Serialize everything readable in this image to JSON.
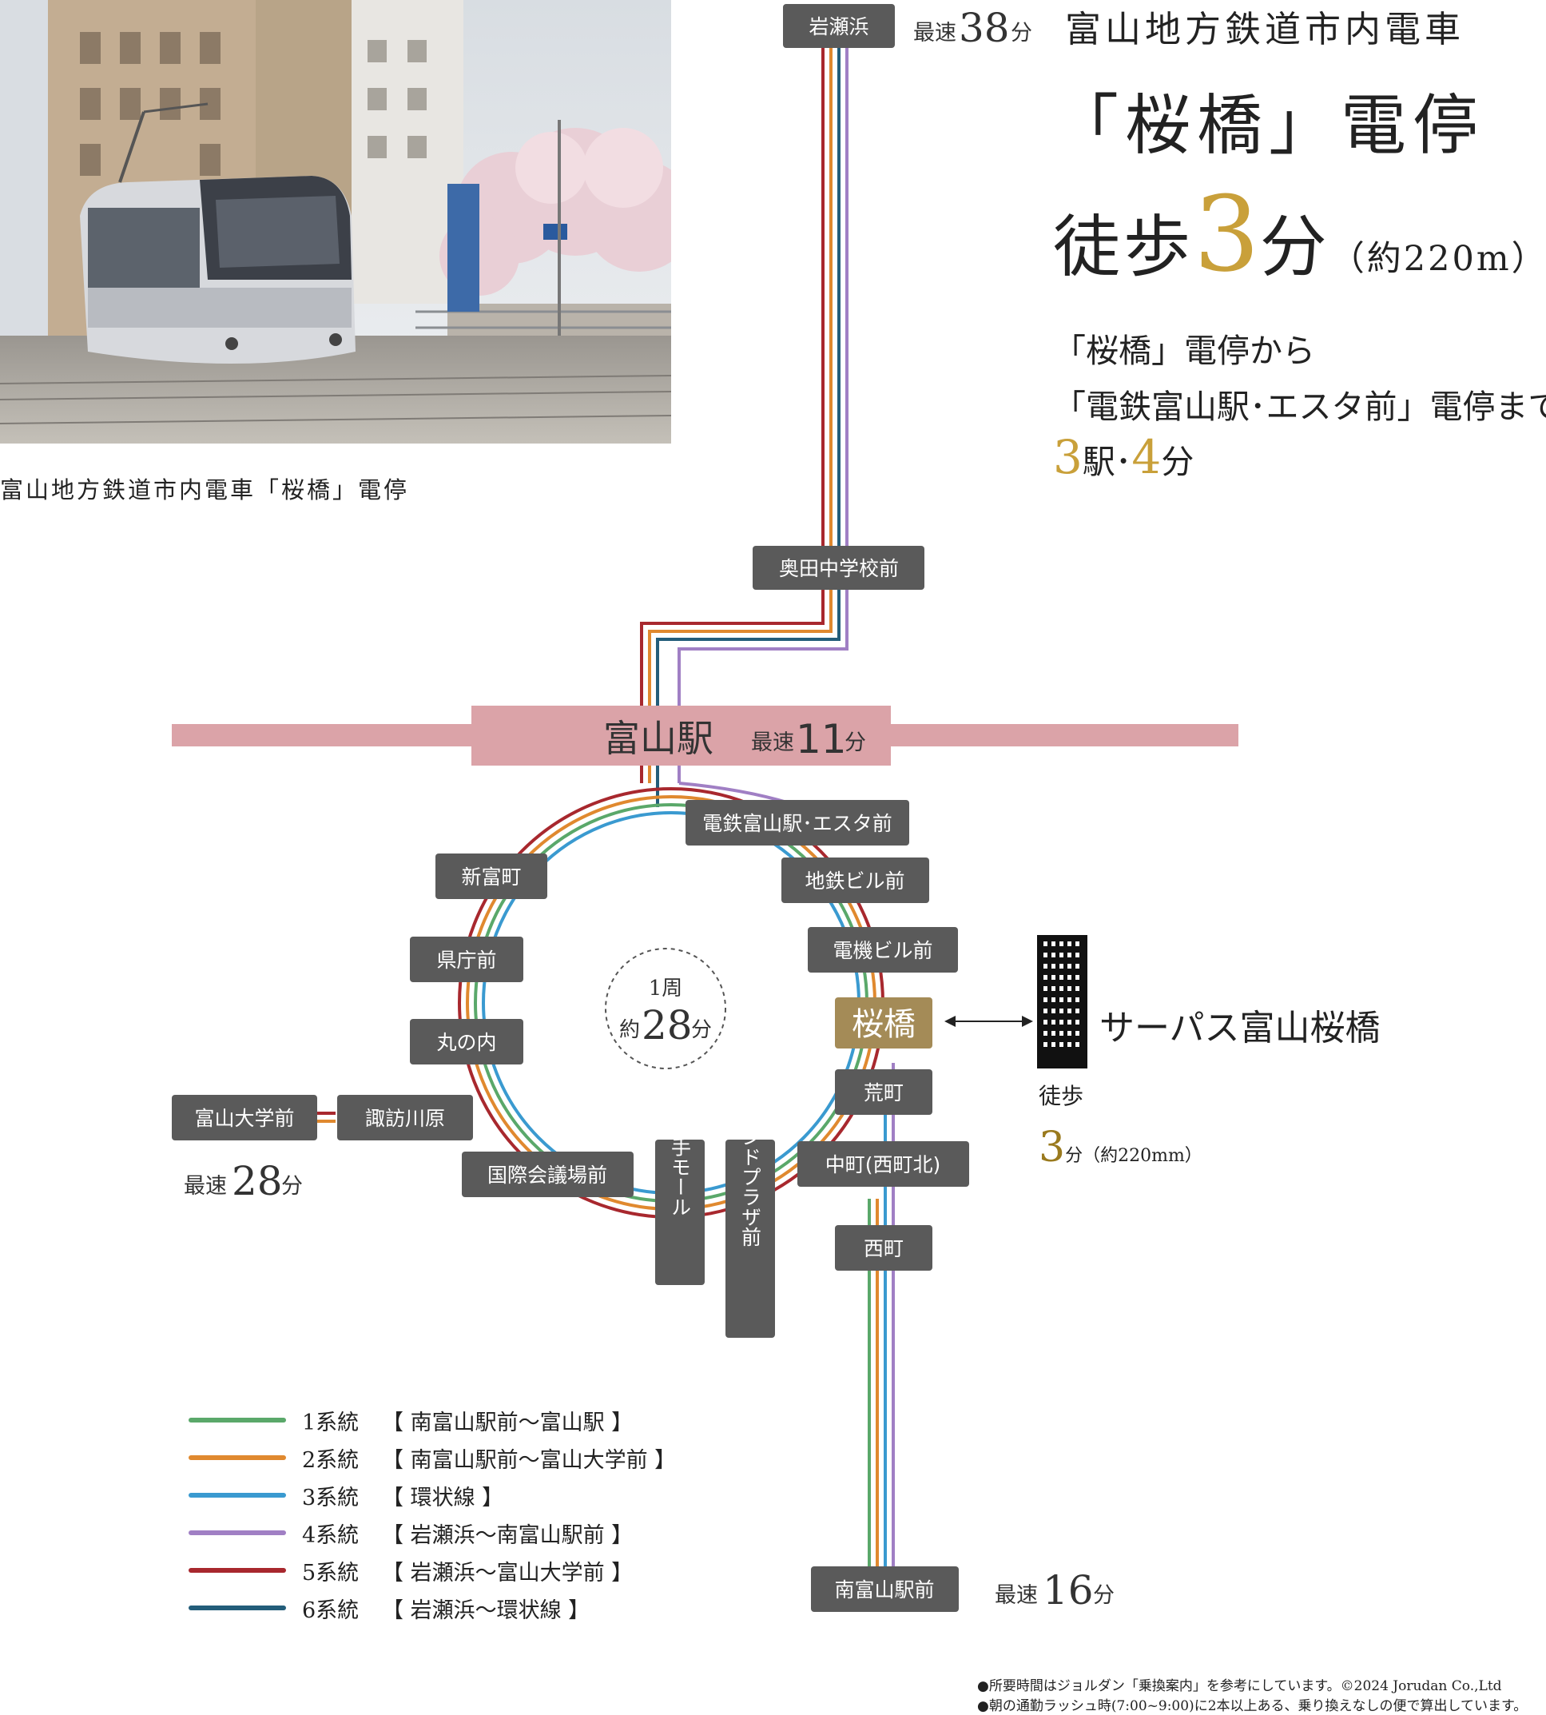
{
  "photo": {
    "caption": "富山地方鉄道市内電車「桜橋」電停"
  },
  "headline": {
    "line1": "富山地方鉄道市内電車",
    "line2": "「桜橋」電停",
    "walk_prefix": "徒歩",
    "walk_minutes": "3",
    "walk_unit": "分",
    "walk_distance": "（約220m）",
    "route_line1": "「桜橋」電停から",
    "route_line2": "「電鉄富山駅･エスタ前」電停まで",
    "stations_num": "3",
    "stations_unit": "駅･",
    "minutes_num": "4",
    "minutes_unit": "分"
  },
  "stations": {
    "iwasehama": "岩瀬浜",
    "okuda": "奥田中学校前",
    "toyama": "富山駅",
    "dentetsu": "電鉄富山駅･エスタ前",
    "chitetsu": "地鉄ビル前",
    "denki": "電機ビル前",
    "sakurabashi": "桜橋",
    "aramachi": "荒町",
    "nakamachi": "中町(西町北)",
    "nishicho": "西町",
    "minamitoyama": "南富山駅前",
    "shintomicho": "新富町",
    "kencho": "県庁前",
    "marunouchi": "丸の内",
    "suwagawara": "諏訪川原",
    "toyamadaigaku": "富山大学前",
    "kokusai": "国際会議場前",
    "ote": "大手モール",
    "grand": "グランドプラザ前"
  },
  "fastest": {
    "label": "最速",
    "unit": "分",
    "iwasehama": "38",
    "toyama": "11",
    "toyamadaigaku": "28",
    "minamitoyama": "16"
  },
  "loop": {
    "label1": "1周",
    "label2a": "約",
    "num": "28",
    "unit": "分"
  },
  "building": {
    "name": "サーパス富山桜橋",
    "walk": "徒歩",
    "walk_num": "3",
    "walk_rest": "分（約220mm）"
  },
  "legend": [
    {
      "name": "1系統",
      "route": "【 南富山駅前〜富山駅 】",
      "color": "#5aa86a"
    },
    {
      "name": "2系統",
      "route": "【 南富山駅前〜富山大学前 】",
      "color": "#e0892f"
    },
    {
      "name": "3系統",
      "route": "【 環状線 】",
      "color": "#3a9ad0"
    },
    {
      "name": "4系統",
      "route": "【 岩瀬浜〜南富山駅前 】",
      "color": "#a07fc4"
    },
    {
      "name": "5系統",
      "route": "【 岩瀬浜〜富山大学前 】",
      "color": "#a8282e"
    },
    {
      "name": "6系統",
      "route": "【 岩瀬浜〜環状線 】",
      "color": "#235d7a"
    }
  ],
  "notes": {
    "note1": "●所要時間はジョルダン「乗換案内」を参考にしています。©2024 Jorudan Co.,Ltd",
    "note2": "●朝の通勤ラッシュ時(7:00~9:00)に2本以上ある、乗り換えなしの便で算出しています。"
  },
  "colors": {
    "station_box": "#5a5a5a",
    "sakurabashi_box": "#a48b57",
    "toyama_band": "#dba3a8",
    "gold": "#c9a03a"
  }
}
